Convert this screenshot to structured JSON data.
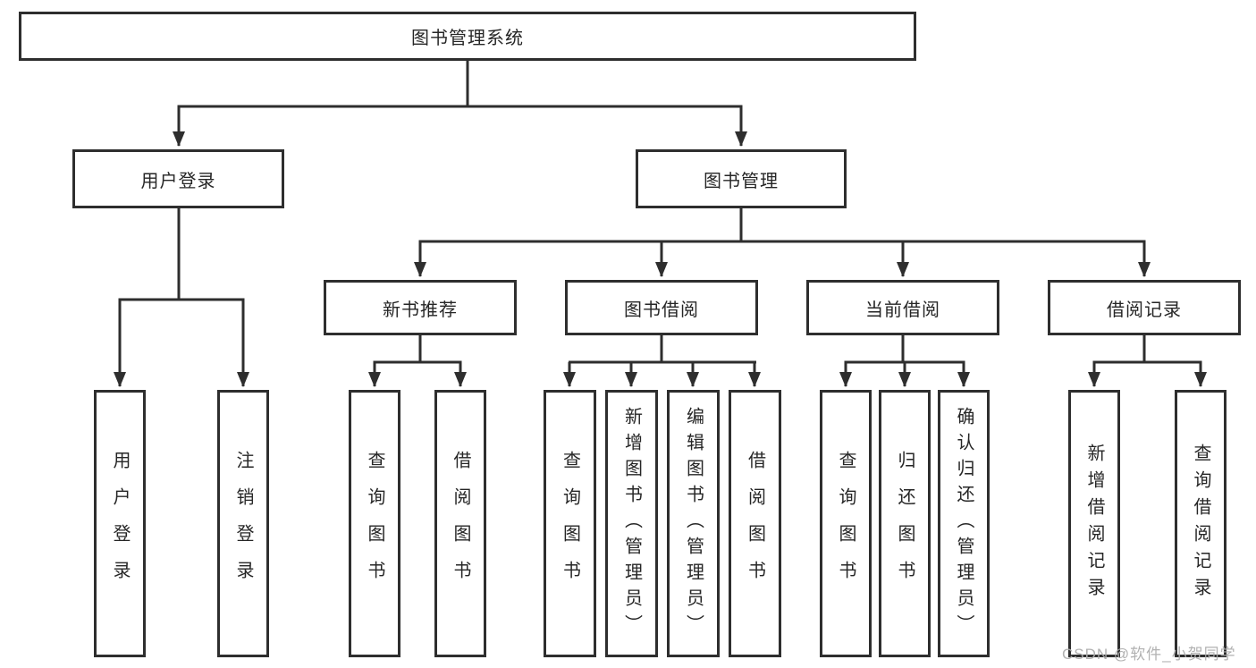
{
  "title": "图书管理系统",
  "tree": {
    "label": "图书管理系统",
    "children": [
      {
        "label": "用户登录",
        "children": [
          {
            "label": "用户登录"
          },
          {
            "label": "注销登录"
          }
        ]
      },
      {
        "label": "图书管理",
        "children": [
          {
            "label": "新书推荐",
            "children": [
              {
                "label": "查询图书"
              },
              {
                "label": "借阅图书"
              }
            ]
          },
          {
            "label": "图书借阅",
            "children": [
              {
                "label": "查询图书"
              },
              {
                "label": "新增图书（管理员）"
              },
              {
                "label": "编辑图书（管理员）"
              },
              {
                "label": "借阅图书"
              }
            ]
          },
          {
            "label": "当前借阅",
            "children": [
              {
                "label": "查询图书"
              },
              {
                "label": "归还图书"
              },
              {
                "label": "确认归还（管理员）"
              }
            ]
          },
          {
            "label": "借阅记录",
            "children": [
              {
                "label": "新增借阅记录"
              },
              {
                "label": "查询借阅记录"
              }
            ]
          }
        ]
      }
    ]
  },
  "watermark": {
    "text": "CSDN @软件_小贺同学"
  },
  "colors": {
    "line": "#2e2e2e",
    "box_border": "#2e2e2e",
    "text": "#262626",
    "watermark": "#adadad",
    "background": "#ffffff"
  }
}
